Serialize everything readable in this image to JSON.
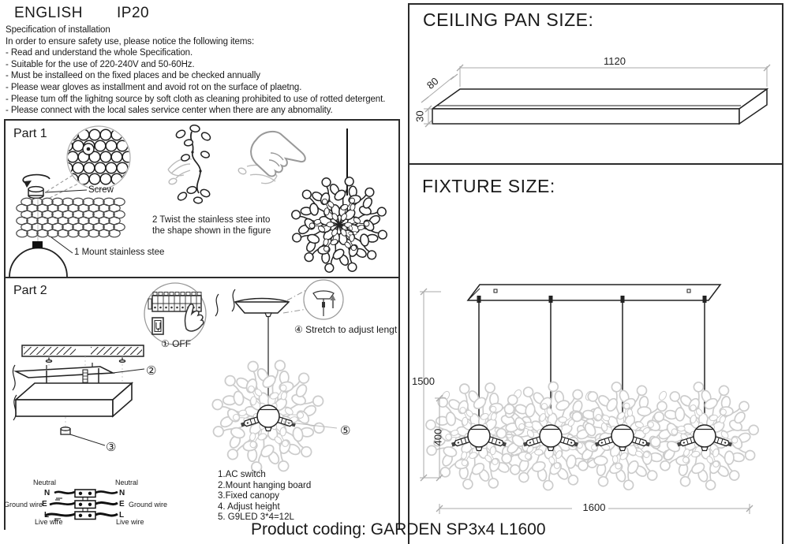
{
  "header": {
    "language": "ENGLISH",
    "ip_rating": "IP20",
    "lines": [
      "Specification of installation",
      "In order to ensure safety use, please notice the following items:",
      "- Read and understand the whole Specification.",
      "- Suitable for the use of 220-240V and 50-60Hz.",
      "- Must be installeed on the fixed places and be checked annually",
      "- Please wear gloves as installment and avoid rot on the surface of plaetng.",
      "- Please tum off the lighitng source by soft cloth as cleaning prohibited to use of rotted detergent.",
      "- Please connect with the local sales service center when there are any abnomality."
    ]
  },
  "part1": {
    "title": "Part 1",
    "screw_label": "Screw",
    "step1_label": "1 Mount stainless stee",
    "step2_line1": "2 Twist the stainless stee  into",
    "step2_line2": "the shape shown in the figure"
  },
  "part2": {
    "title": "Part 2",
    "off_label": "① OFF",
    "callout_2": "②",
    "callout_3": "③",
    "callout_5": "⑤",
    "stretch_label": "④ Stretch to adjust lengt",
    "legend": [
      "1.AC switch",
      "2.Mount hanging board",
      "3.Fixed canopy",
      "4. Adjust height",
      "5. G9LED   3*4=12L"
    ],
    "wiring": {
      "left_neutral": "Neutral",
      "left_n": "N",
      "left_e": "E",
      "left_l": "L",
      "left_ground": "Ground wire",
      "left_live": "Live wire",
      "right_neutral": "Neutral",
      "right_n": "N",
      "right_e": "E",
      "right_l": "L",
      "right_ground": "Ground wire",
      "right_live": "Live wire"
    }
  },
  "ceiling_pan": {
    "title": "CEILING PAN SIZE:",
    "dim_length": "1120",
    "dim_depth": "80",
    "dim_height": "30"
  },
  "fixture": {
    "title": "FIXTURE SIZE:",
    "dim_drop": "1500",
    "dim_pendant_height": "400",
    "dim_length": "1600"
  },
  "footer": {
    "product_coding": "Product coding: GARDEN SP3x4 L1600"
  }
}
